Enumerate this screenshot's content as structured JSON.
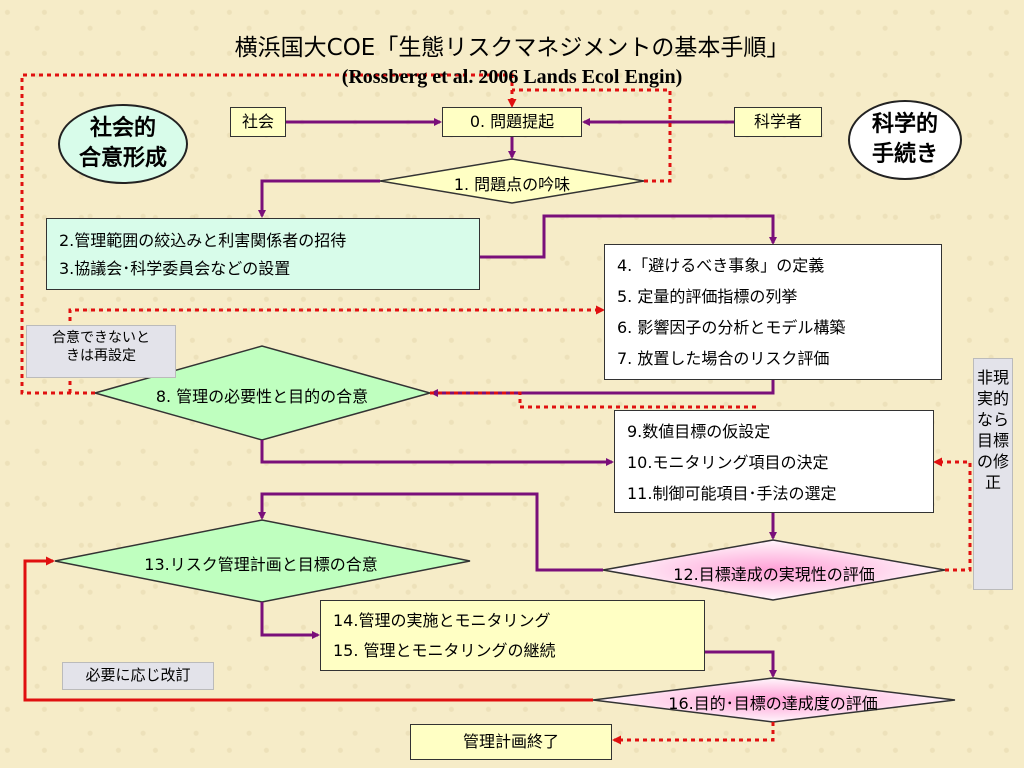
{
  "title": "横浜国大COE「生態リスクマネジメントの基本手順」",
  "subtitle": "(Rossberg et al. 2006 Lands Ecol Engin)",
  "left_oval": [
    "社会的",
    "合意形成"
  ],
  "right_oval": [
    "科学的",
    "手続き"
  ],
  "shakai": "社会",
  "kagakusha": "科学者",
  "step0": "0. 問題提起",
  "step1": "1. 問題点の吟味",
  "steps2_3": [
    "2.管理範囲の絞込みと利害関係者の招待",
    "3.協議会･科学委員会などの設置"
  ],
  "steps4_7": [
    "4.「避けるべき事象」の定義",
    "5. 定量的評価指標の列挙",
    "6. 影響因子の分析とモデル構築",
    "7. 放置した場合のリスク評価"
  ],
  "note_reset": [
    "合意できないと",
    "きは再設定"
  ],
  "step8": "8. 管理の必要性と目的の合意",
  "steps9_11": [
    "9.数値目標の仮設定",
    "10.モニタリング項目の決定",
    "11.制御可能項目･手法の選定"
  ],
  "note_unrealistic": "非現実的なら目標の修正",
  "step12": "12.目標達成の実現性の評価",
  "step13": "13.リスク管理計画と目標の合意",
  "steps14_15": [
    "14.管理の実施とモニタリング",
    "15. 管理とモニタリングの継続"
  ],
  "note_revise": "必要に応じ改訂",
  "step16": "16.目的･目標の達成度の評価",
  "end": "管理計画終了",
  "colors": {
    "arrow": "#7a0f7a",
    "dotted": "#e01010",
    "feedback": "#e01010",
    "diamond": "#bfffbf",
    "pink_diamond": "#ffd6ee",
    "yellow": "#ffffc4",
    "green": "#d8fcea"
  }
}
